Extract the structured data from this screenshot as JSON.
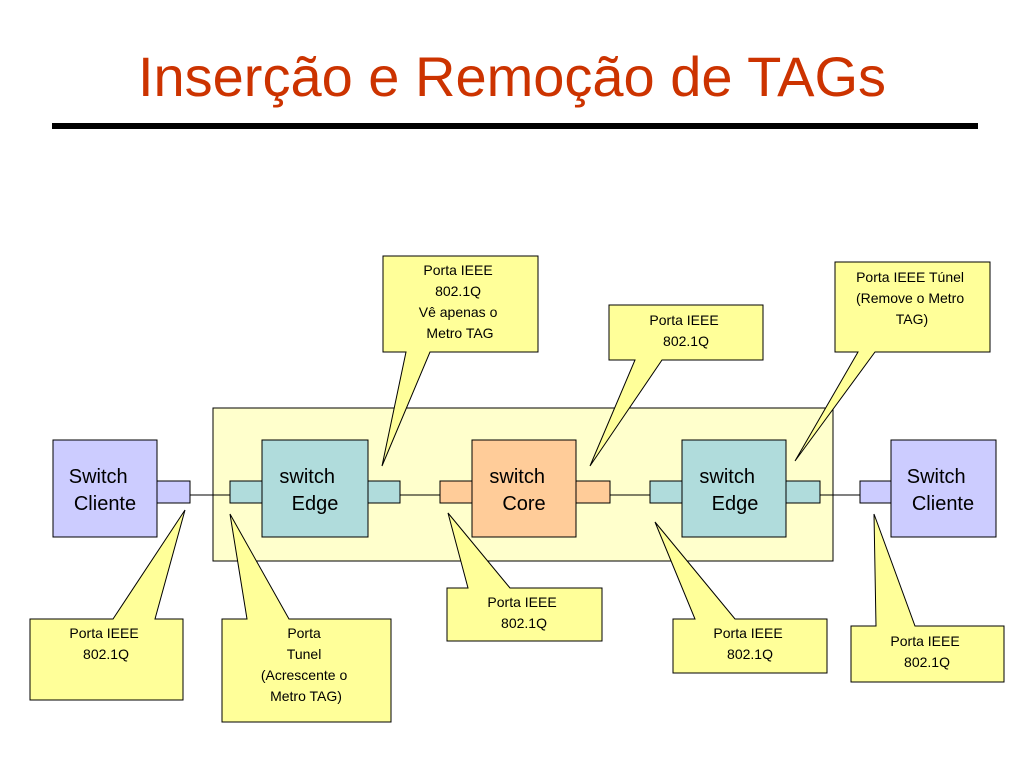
{
  "title": "Inserção e Remoção de TAGs",
  "colors": {
    "title": "#cc3300",
    "metro_region": "#ffffcc",
    "client_switch": "#ccccff",
    "edge_switch": "#b0dcdc",
    "core_switch": "#ffcc99",
    "callout": "#ffff99"
  },
  "devices": {
    "client_left": [
      "Switch",
      "Cliente"
    ],
    "edge_left": [
      "switch",
      "Edge"
    ],
    "core": [
      "switch",
      "Core"
    ],
    "edge_right": [
      "switch",
      "Edge"
    ],
    "client_right": [
      "Switch",
      "Cliente"
    ]
  },
  "callouts": {
    "edge_left_out": [
      "Porta IEEE",
      "802.1Q",
      "Vê apenas o",
      "Metro TAG"
    ],
    "core_right": [
      "Porta IEEE",
      "802.1Q"
    ],
    "edge_right_out": [
      "Porta IEEE Túnel",
      "(Remove o Metro",
      "TAG)"
    ],
    "client_left": [
      "Porta IEEE",
      "802.1Q"
    ],
    "edge_left_in": [
      "Porta",
      "Tunel",
      "(Acrescente o",
      "Metro TAG)"
    ],
    "core_left": [
      "Porta IEEE",
      "802.1Q"
    ],
    "edge_right_in": [
      "Porta IEEE",
      "802.1Q"
    ],
    "client_right": [
      "Porta IEEE",
      "802.1Q"
    ]
  }
}
